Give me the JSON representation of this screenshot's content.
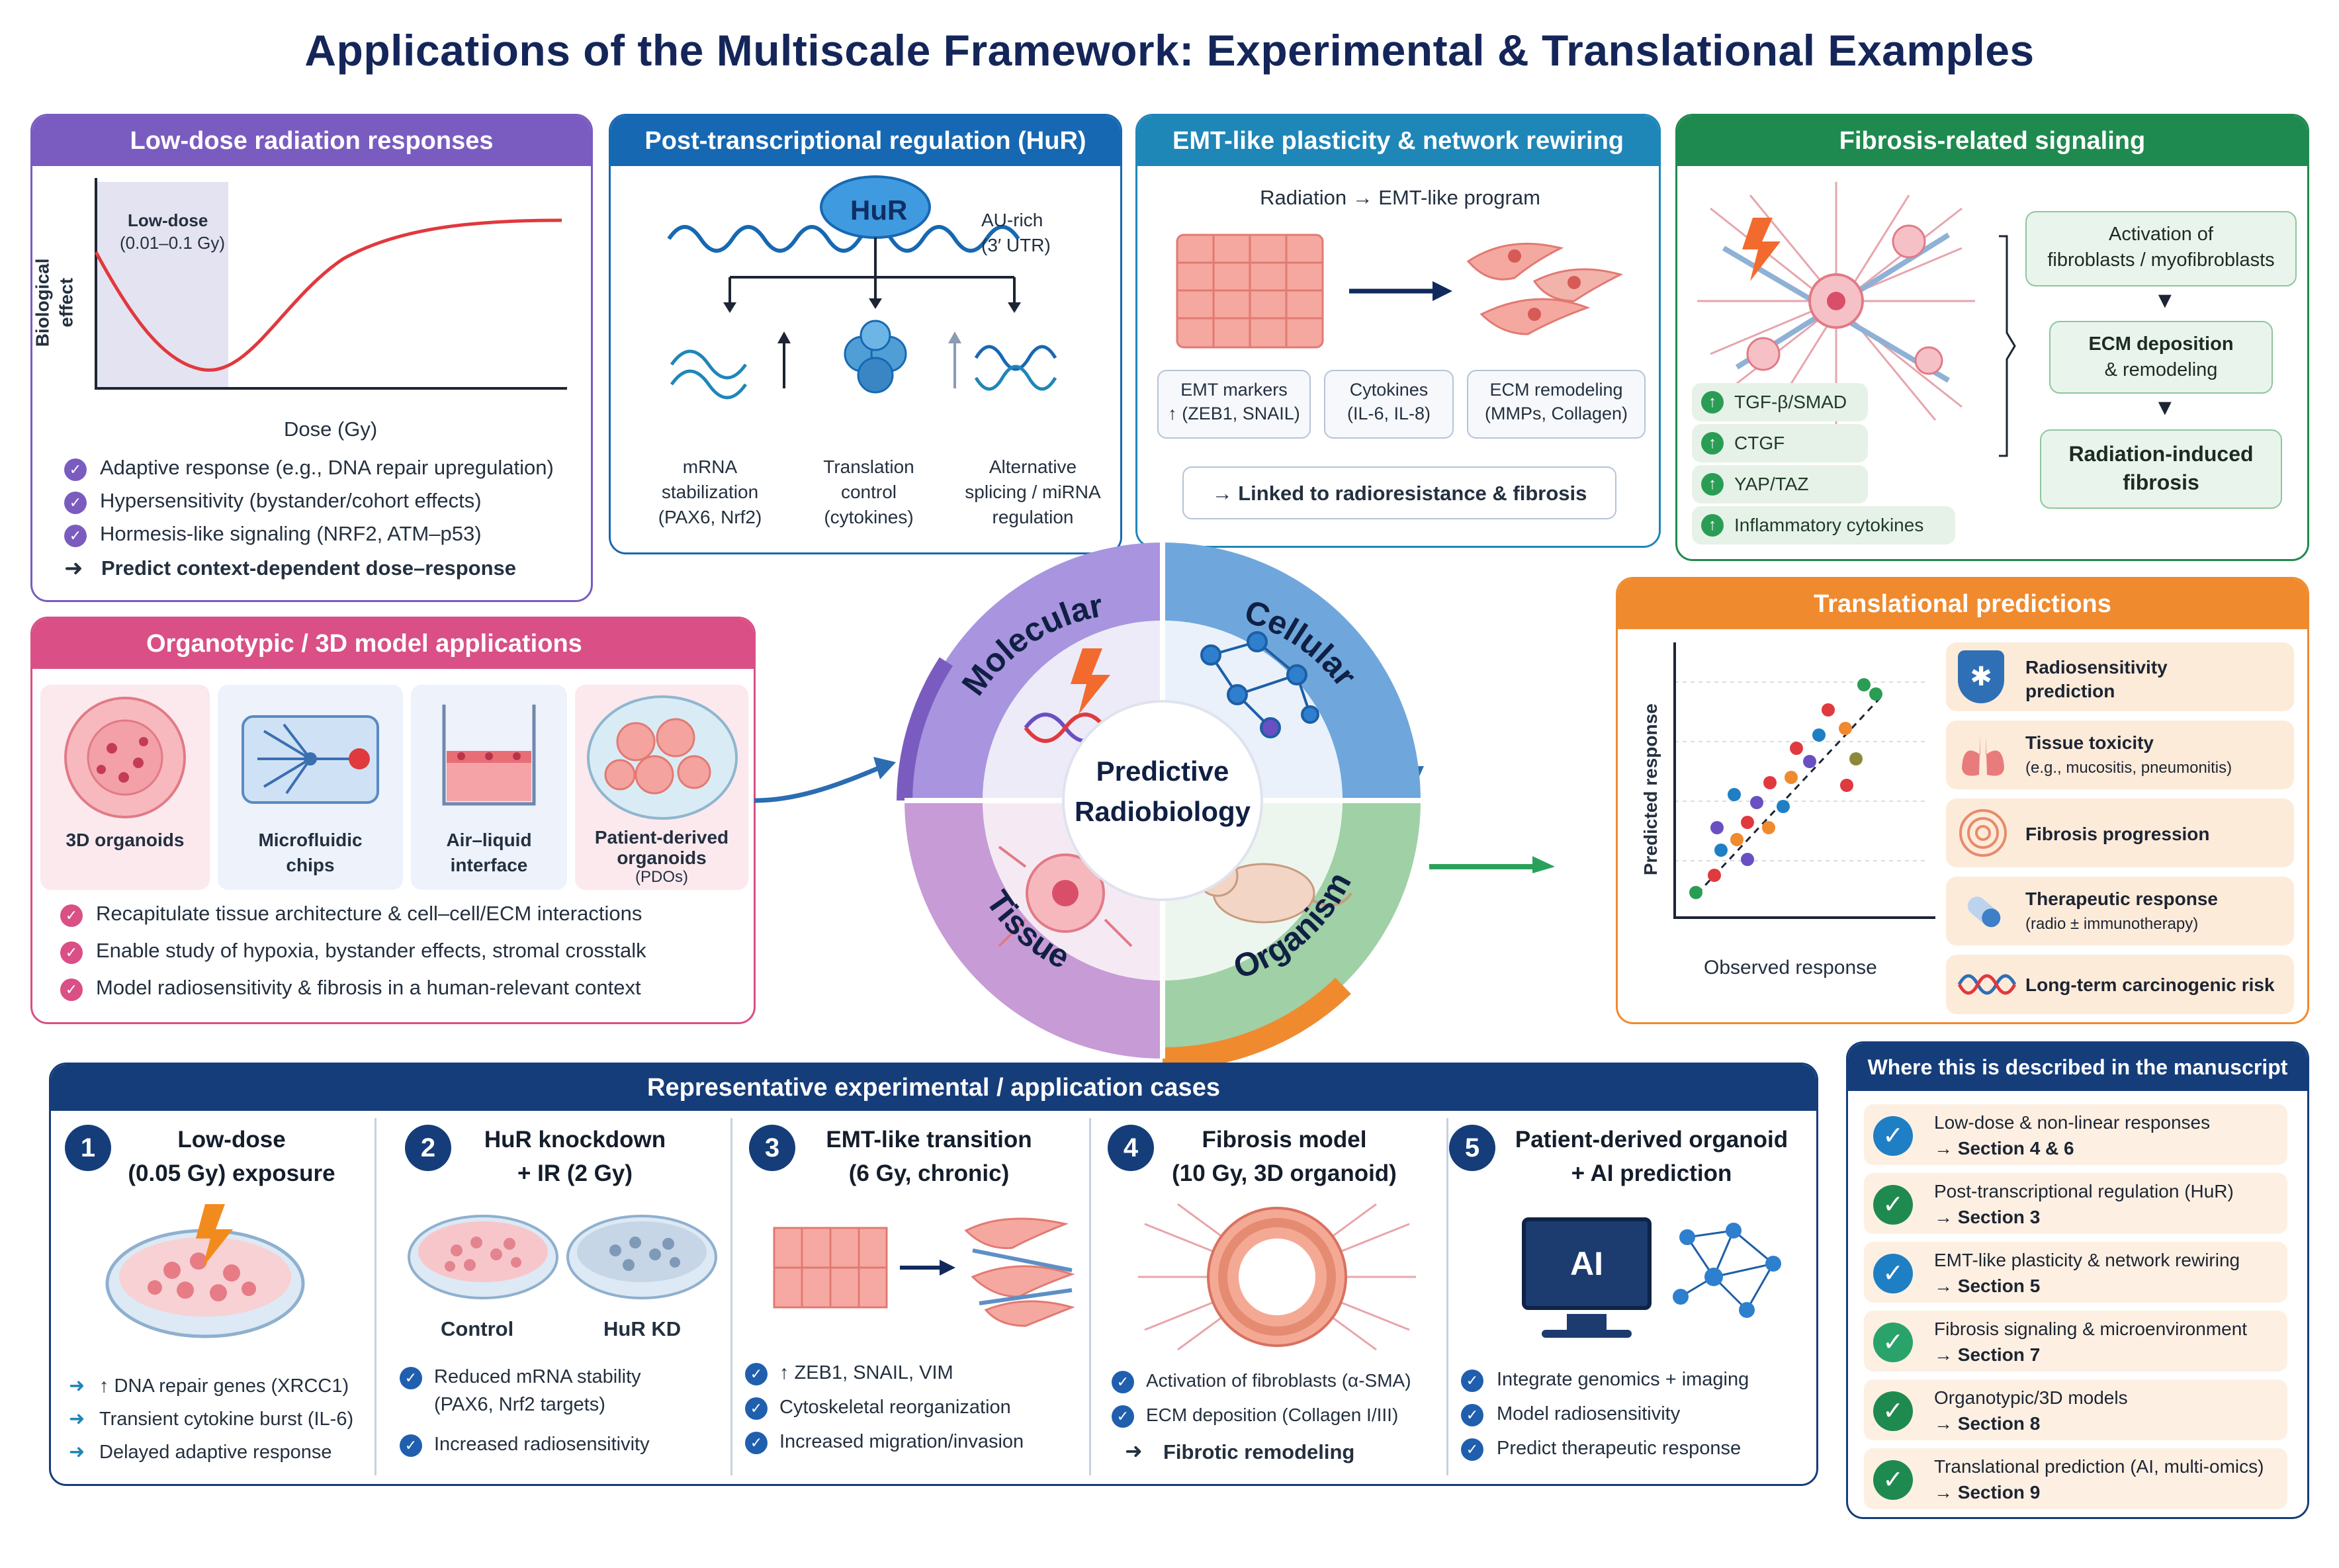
{
  "title": "Applications of the Multiscale Framework: Experimental & Translational Examples",
  "colors": {
    "purple": "#7a5cc0",
    "blue": "#1768b2",
    "teal": "#1f86b8",
    "green": "#1f8a4f",
    "pink": "#d94f86",
    "orange": "#f08a2e",
    "navy": "#153d7a"
  },
  "lowdose": {
    "header": "Low-dose radiation responses",
    "ylabel": "Biological effect",
    "xlabel": "Dose (Gy)",
    "region_label": "Low-dose",
    "region_range": "(0.01–0.1 Gy)",
    "bullets": [
      "Adaptive response (e.g., DNA repair upregulation)",
      "Hypersensitivity (bystander/cohort effects)",
      "Hormesis-like signaling (NRF2, ATM–p53)"
    ],
    "conclusion": "Predict context-dependent dose–response"
  },
  "hur": {
    "header": "Post-transcriptional regulation (HuR)",
    "protein": "HuR",
    "element_line1": "AU-rich",
    "element_line2": "(3′ UTR)",
    "outcomes": [
      {
        "line1": "mRNA",
        "line2": "stabilization",
        "line3": "(PAX6, Nrf2)"
      },
      {
        "line1": "Translation",
        "line2": "control",
        "line3": "(cytokines)"
      },
      {
        "line1": "Alternative",
        "line2": "splicing / miRNA",
        "line3": "regulation"
      }
    ]
  },
  "emt": {
    "header": "EMT-like plasticity & network rewiring",
    "program": "Radiation → EMT-like program",
    "chips": [
      {
        "line1": "EMT markers",
        "line2": "↑ (ZEB1, SNAIL)"
      },
      {
        "line1": "Cytokines",
        "line2": "(IL-6, IL-8)"
      },
      {
        "line1": "ECM remodeling",
        "line2": "(MMPs, Collagen)"
      }
    ],
    "link": "→ Linked to radioresistance & fibrosis"
  },
  "fibrosis": {
    "header": "Fibrosis-related signaling",
    "pathways": [
      "TGF-β/SMAD",
      "CTGF",
      "YAP/TAZ",
      "Inflammatory cytokines"
    ],
    "flow": [
      {
        "line1": "Activation of",
        "line2": "fibroblasts / myofibroblasts"
      },
      {
        "line1": "ECM deposition",
        "line2": "& remodeling"
      },
      {
        "line1": "Radiation-induced",
        "line2": "fibrosis"
      }
    ]
  },
  "organo": {
    "header": "Organotypic / 3D model applications",
    "models": [
      {
        "line1": "3D organoids",
        "line2": "",
        "line3": ""
      },
      {
        "line1": "Microfluidic",
        "line2": "chips",
        "line3": ""
      },
      {
        "line1": "Air–liquid",
        "line2": "interface",
        "line3": ""
      },
      {
        "line1": "Patient-derived",
        "line2": "organoids",
        "line3": "(PDOs)"
      }
    ],
    "bullets": [
      "Recapitulate tissue architecture & cell–cell/ECM interactions",
      "Enable study of hypoxia, bystander effects, stromal crosstalk",
      "Model radiosensitivity & fibrosis in a human-relevant context"
    ]
  },
  "center": {
    "line1": "Predictive",
    "line2": "Radiobiology",
    "segments": [
      "Molecular",
      "Cellular",
      "Tissue",
      "Organism"
    ]
  },
  "translational": {
    "header": "Translational predictions",
    "ylabel": "Predicted response",
    "xlabel": "Observed response",
    "items": [
      {
        "title": "Radiosensitivity",
        "sub": "prediction",
        "icon": "shield-icon"
      },
      {
        "title": "Tissue toxicity",
        "sub": "(e.g., mucositis, pneumonitis)",
        "icon": "lungs-icon"
      },
      {
        "title": "Fibrosis progression",
        "sub": "",
        "icon": "fibrosis-swirl-icon"
      },
      {
        "title": "Therapeutic response",
        "sub": "(radio ± immunotherapy)",
        "icon": "capsule-icon"
      },
      {
        "title": "Long-term carcinogenic risk",
        "sub": "",
        "icon": "dna-icon"
      }
    ]
  },
  "cases": {
    "header": "Representative experimental / application cases",
    "items": [
      {
        "num": "1",
        "title1": "Low-dose",
        "title2": "(0.05 Gy) exposure",
        "bullets": [
          "↑ DNA repair genes (XRCC1)",
          "Transient cytokine burst (IL-6)",
          "Delayed adaptive response"
        ]
      },
      {
        "num": "2",
        "title1": "HuR knockdown",
        "title2": "+ IR (2 Gy)",
        "labels": [
          "Control",
          "HuR KD"
        ],
        "bullets": [
          "Reduced mRNA stability",
          "(PAX6, Nrf2 targets)",
          "Increased radiosensitivity"
        ]
      },
      {
        "num": "3",
        "title1": "EMT-like transition",
        "title2": "(6 Gy, chronic)",
        "bullets": [
          "↑ ZEB1, SNAIL, VIM",
          "Cytoskeletal reorganization",
          "Increased migration/invasion"
        ]
      },
      {
        "num": "4",
        "title1": "Fibrosis model",
        "title2": "(10 Gy, 3D organoid)",
        "bullets": [
          "Activation of fibroblasts (α-SMA)",
          "ECM deposition (Collagen I/III)"
        ],
        "conclusion": "Fibrotic remodeling"
      },
      {
        "num": "5",
        "title1": "Patient-derived organoid",
        "title2": "+ AI prediction",
        "ai_label": "AI",
        "bullets": [
          "Integrate genomics + imaging",
          "Model radiosensitivity",
          "Predict therapeutic response"
        ]
      }
    ]
  },
  "manuscript": {
    "header": "Where this is described in the manuscript",
    "items": [
      {
        "topic": "Low-dose & non-linear responses",
        "section": "→ Section 4 & 6"
      },
      {
        "topic": "Post-transcriptional regulation (HuR)",
        "section": "→ Section 3"
      },
      {
        "topic": "EMT-like plasticity & network rewiring",
        "section": "→ Section 5"
      },
      {
        "topic": "Fibrosis signaling & microenvironment",
        "section": "→ Section 7"
      },
      {
        "topic": "Organotypic/3D models",
        "section": "→ Section 8"
      },
      {
        "topic": "Translational prediction (AI, multi-omics)",
        "section": "→ Section 9"
      }
    ]
  }
}
